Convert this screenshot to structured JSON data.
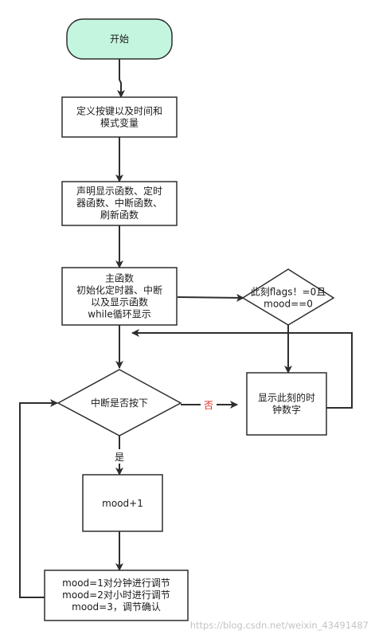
{
  "nodes": {
    "start": {
      "lines": [
        "开始"
      ]
    },
    "define_vars": {
      "lines": [
        "定义按键以及时间和",
        "模式变量"
      ]
    },
    "declare_funcs": {
      "lines": [
        "声明显示函数、定时",
        "器函数、中断函数、",
        "刷新函数"
      ]
    },
    "main_func": {
      "lines": [
        "主函数",
        "初始化定时器、中断",
        "以及显示函数",
        "while循环显示"
      ]
    },
    "flags_check": {
      "lines": [
        "此刻flags！=0且",
        "mood==0"
      ]
    },
    "interrupt_check": {
      "lines": [
        "中断是否按下"
      ]
    },
    "show_time": {
      "lines": [
        "显示此刻的时",
        "钟数字"
      ]
    },
    "mood_inc": {
      "lines": [
        "mood+1"
      ]
    },
    "mood_adjust": {
      "lines": [
        "mood=1对分钟进行调节",
        "mood=2对小时进行调节",
        "mood=3，调节确认"
      ]
    }
  },
  "edge_labels": {
    "no": "否",
    "yes": "是"
  },
  "watermark": "https://blog.csdn.net/weixin_43491487",
  "colors": {
    "start_fill": "#c4f5df",
    "stroke": "#2e2e2e",
    "no_label": "#e0281e",
    "yes_label": "#1a1a1a"
  }
}
